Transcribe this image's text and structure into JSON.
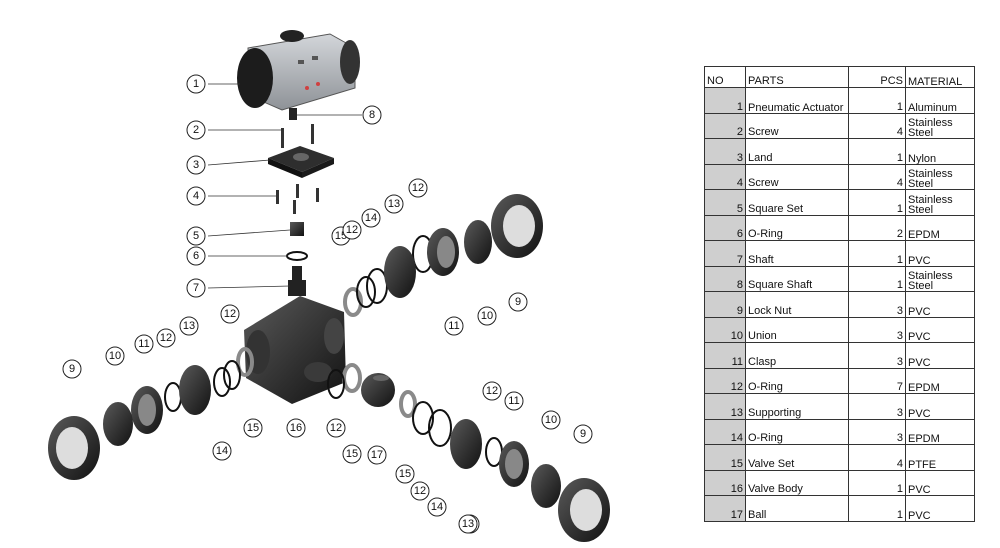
{
  "table": {
    "headers": {
      "no": "NO",
      "parts": "PARTS",
      "pcs": "PCS",
      "material": "MATERIAL"
    },
    "rows": [
      {
        "no": "1",
        "part": "Pneumatic Actuator",
        "pcs": "1",
        "material": "Aluminum"
      },
      {
        "no": "2",
        "part": "Screw",
        "pcs": "4",
        "material": "Stainless Steel"
      },
      {
        "no": "3",
        "part": "Land",
        "pcs": "1",
        "material": "Nylon"
      },
      {
        "no": "4",
        "part": "Screw",
        "pcs": "4",
        "material": "Stainless Steel"
      },
      {
        "no": "5",
        "part": "Square Set",
        "pcs": "1",
        "material": "Stainless Steel"
      },
      {
        "no": "6",
        "part": "O-Ring",
        "pcs": "2",
        "material": "EPDM"
      },
      {
        "no": "7",
        "part": "Shaft",
        "pcs": "1",
        "material": "PVC"
      },
      {
        "no": "8",
        "part": "Square Shaft",
        "pcs": "1",
        "material": "Stainless Steel"
      },
      {
        "no": "9",
        "part": "Lock Nut",
        "pcs": "3",
        "material": "PVC"
      },
      {
        "no": "10",
        "part": "Union",
        "pcs": "3",
        "material": "PVC"
      },
      {
        "no": "11",
        "part": "Clasp",
        "pcs": "3",
        "material": "PVC"
      },
      {
        "no": "12",
        "part": "O-Ring",
        "pcs": "7",
        "material": "EPDM"
      },
      {
        "no": "13",
        "part": "Supporting",
        "pcs": "3",
        "material": "PVC"
      },
      {
        "no": "14",
        "part": "O-Ring",
        "pcs": "3",
        "material": "EPDM"
      },
      {
        "no": "15",
        "part": "Valve Set",
        "pcs": "4",
        "material": "PTFE"
      },
      {
        "no": "16",
        "part": "Valve Body",
        "pcs": "1",
        "material": "PVC"
      },
      {
        "no": "17",
        "part": "Ball",
        "pcs": "1",
        "material": "PVC"
      }
    ]
  },
  "callouts": [
    "1",
    "2",
    "3",
    "4",
    "5",
    "6",
    "7",
    "8",
    "9",
    "10",
    "11",
    "12",
    "13",
    "14",
    "15",
    "16",
    "17"
  ],
  "colors": {
    "actuator": "#a9adb2",
    "plastic": "#2a2a2a",
    "table_shade": "#cfcfcf"
  }
}
